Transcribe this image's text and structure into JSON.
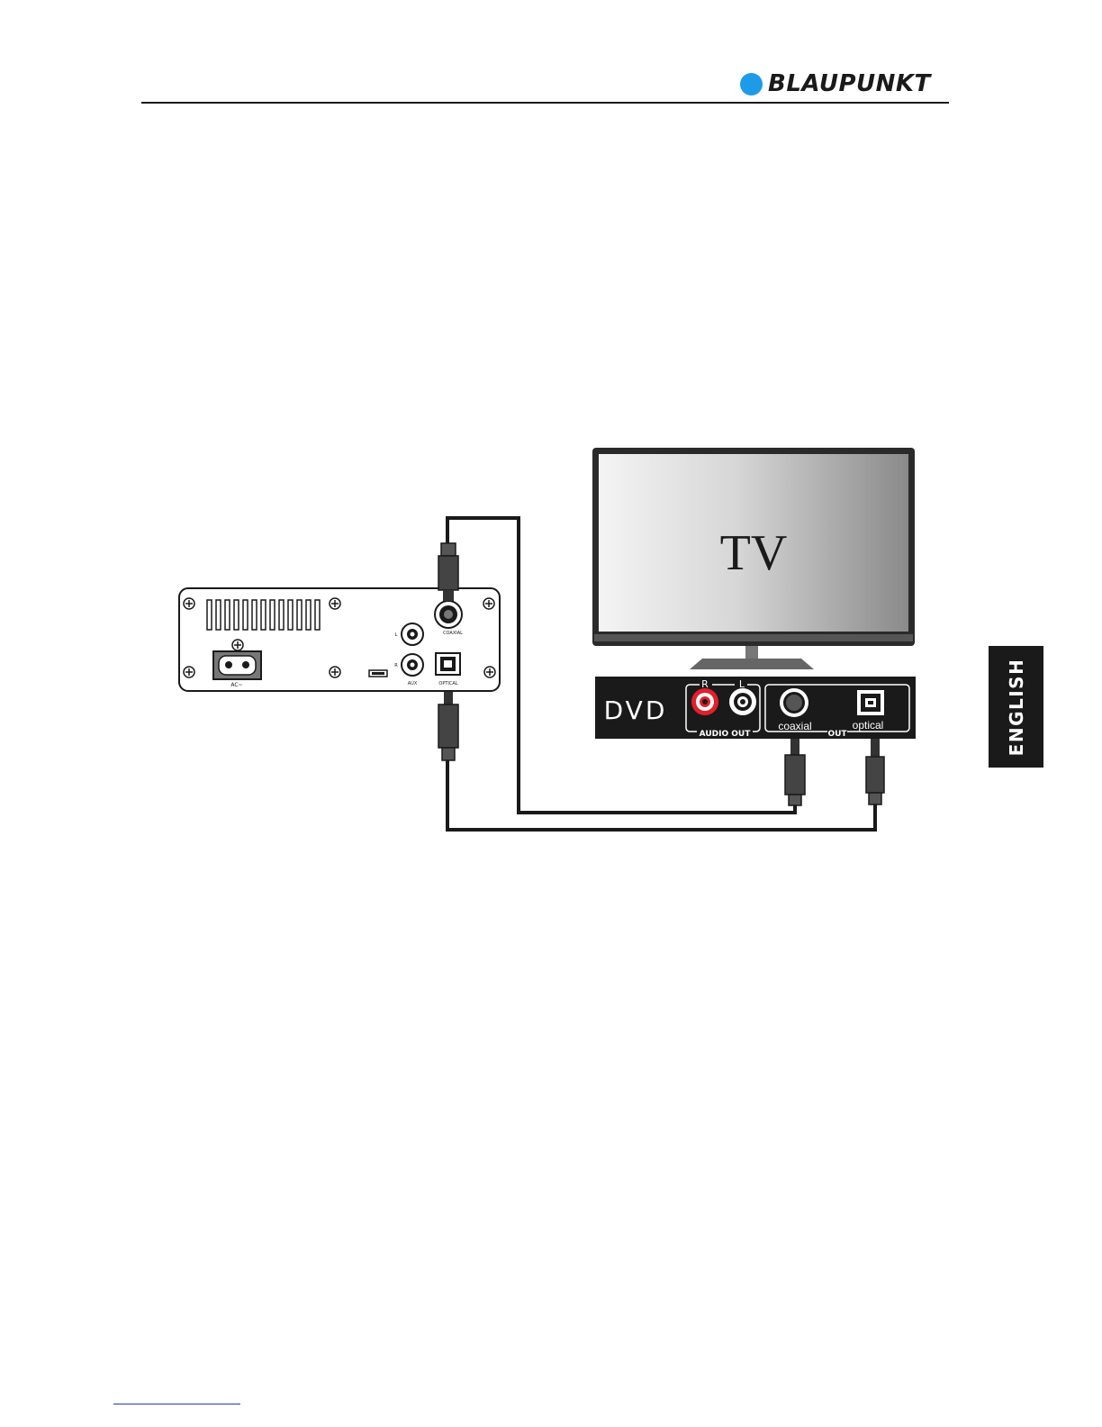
{
  "header": {
    "brand_name": "BLAUPUNKT",
    "brand_color": "#1e9be8"
  },
  "side_tab": {
    "label": "ENGLISH"
  },
  "diagram": {
    "tv_label": "TV",
    "dvd": {
      "label": "DVD",
      "jack_r": "R",
      "jack_l": "L",
      "audio_out_label": "AUDIO  OUT",
      "coaxial_label": "coaxial",
      "optical_label": "optical",
      "digital_out_label": "OUT"
    },
    "speaker_panel": {
      "coaxial_label": "COAXIAL",
      "optical_label": "OPTICAL",
      "aux_label": "AUX",
      "aux_l": "L",
      "aux_r": "R",
      "ac_label": "AC~"
    },
    "colors": {
      "rca_red": "#e3202a",
      "cable": "#1a1a1a",
      "plug": "#444444"
    }
  }
}
